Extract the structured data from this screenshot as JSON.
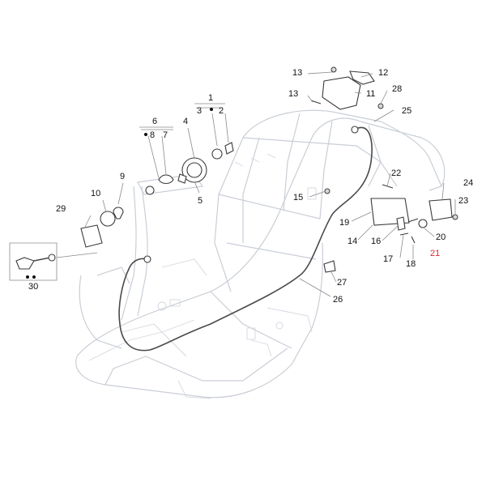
{
  "highlight_color": "#e0262f",
  "callouts": [
    {
      "id": "c1",
      "text": "1"
    },
    {
      "id": "c2",
      "text": "2"
    },
    {
      "id": "c3",
      "text": "3"
    },
    {
      "id": "c4",
      "text": "4"
    },
    {
      "id": "c5",
      "text": "5"
    },
    {
      "id": "c6",
      "text": "6"
    },
    {
      "id": "c7",
      "text": "7"
    },
    {
      "id": "c8",
      "text": "8"
    },
    {
      "id": "c9",
      "text": "9"
    },
    {
      "id": "c10",
      "text": "10"
    },
    {
      "id": "c11",
      "text": "11"
    },
    {
      "id": "c12",
      "text": "12"
    },
    {
      "id": "c13a",
      "text": "13"
    },
    {
      "id": "c13b",
      "text": "13"
    },
    {
      "id": "c14",
      "text": "14"
    },
    {
      "id": "c15",
      "text": "15"
    },
    {
      "id": "c16",
      "text": "16"
    },
    {
      "id": "c17",
      "text": "17"
    },
    {
      "id": "c18",
      "text": "18"
    },
    {
      "id": "c19",
      "text": "19"
    },
    {
      "id": "c20",
      "text": "20"
    },
    {
      "id": "c21",
      "text": "21",
      "highlighted": true
    },
    {
      "id": "c22",
      "text": "22"
    },
    {
      "id": "c23",
      "text": "23"
    },
    {
      "id": "c24",
      "text": "24"
    },
    {
      "id": "c25",
      "text": "25"
    },
    {
      "id": "c26",
      "text": "26"
    },
    {
      "id": "c27",
      "text": "27"
    },
    {
      "id": "c28",
      "text": "28"
    },
    {
      "id": "c29",
      "text": "29"
    },
    {
      "id": "c30",
      "text": "30"
    }
  ]
}
